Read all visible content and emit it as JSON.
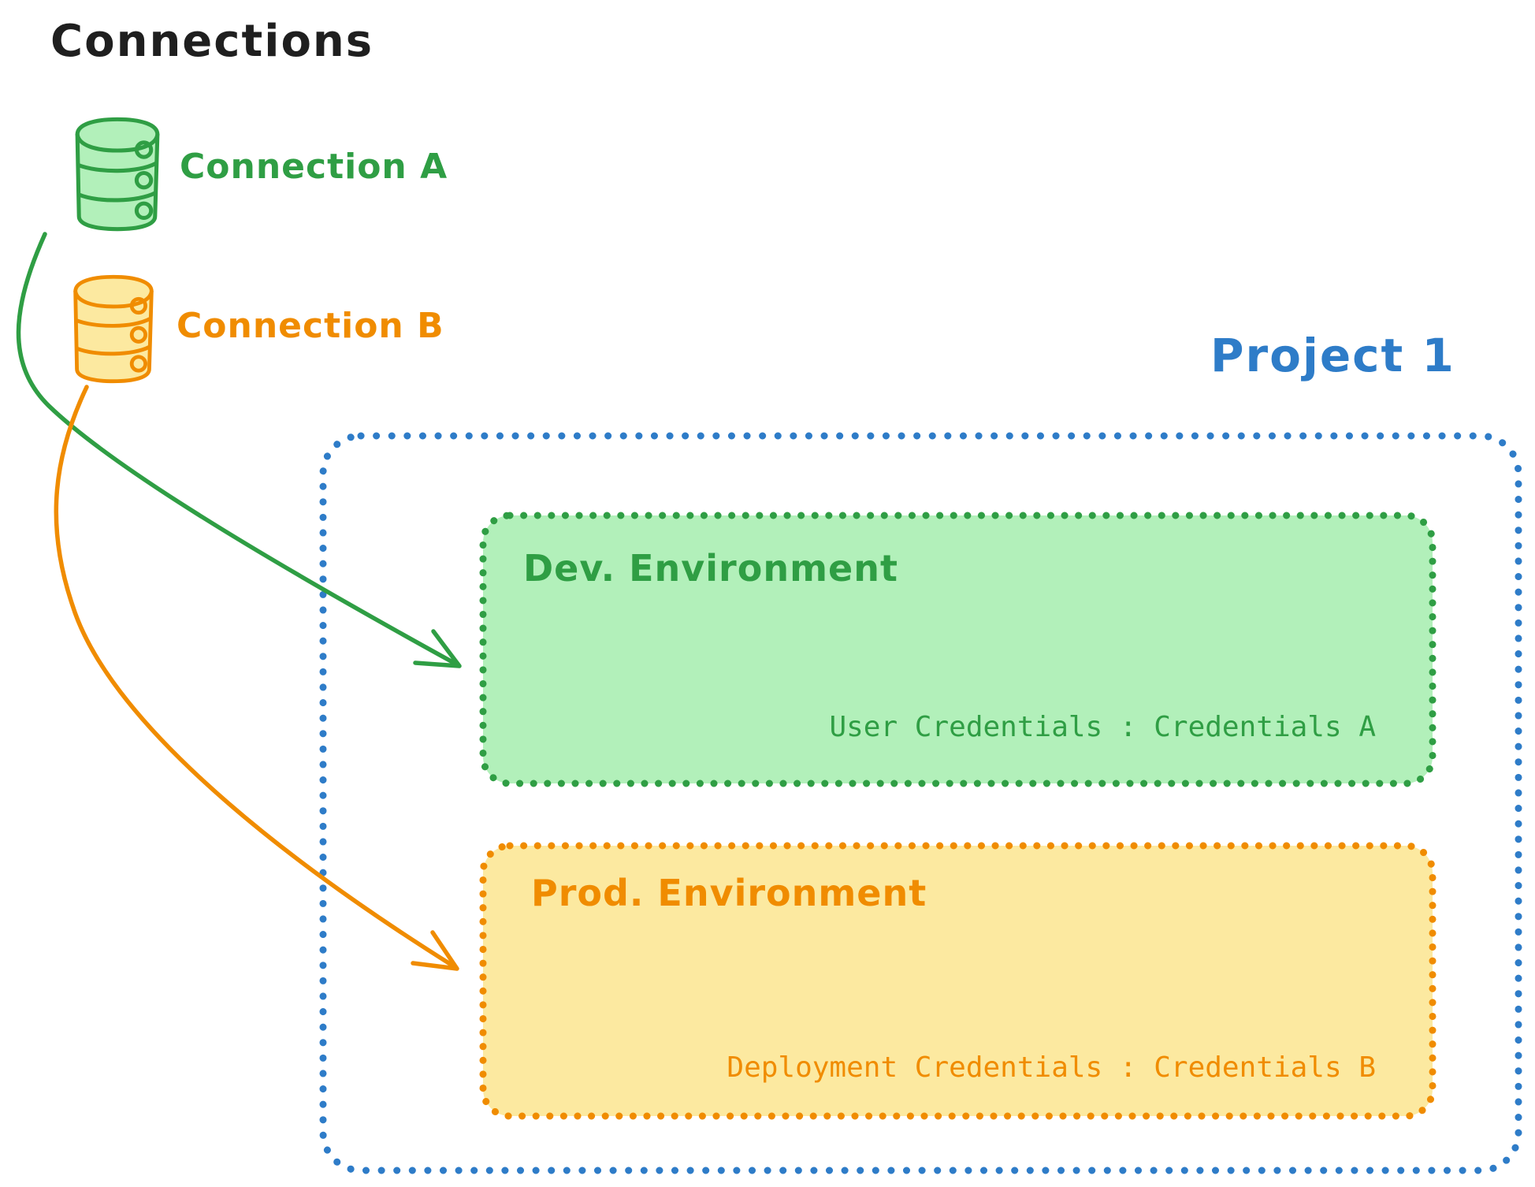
{
  "header": {
    "title": "Connections"
  },
  "colors": {
    "black": "#1f1f1f",
    "green": "#2f9e44",
    "green_fill": "#b2f0ba",
    "orange": "#f08c00",
    "orange_fill": "#fce9a0",
    "blue": "#2e7cc8"
  },
  "connections": [
    {
      "label": "Connection A",
      "icon": "database-icon",
      "color": "#2f9e44"
    },
    {
      "label": "Connection B",
      "icon": "database-icon",
      "color": "#f08c00"
    }
  ],
  "project": {
    "title": "Project 1",
    "environments": [
      {
        "name": "Dev. Environment",
        "credentials_text": "User Credentials : Credentials A",
        "stroke": "#2f9e44",
        "fill": "#b2f0ba"
      },
      {
        "name": "Prod. Environment",
        "credentials_text": "Deployment Credentials : Credentials B",
        "stroke": "#f08c00",
        "fill": "#fce9a0"
      }
    ]
  },
  "arrows": [
    {
      "name": "connection-a-to-dev-environment",
      "color": "#2f9e44"
    },
    {
      "name": "connection-b-to-prod-environment",
      "color": "#f08c00"
    }
  ]
}
